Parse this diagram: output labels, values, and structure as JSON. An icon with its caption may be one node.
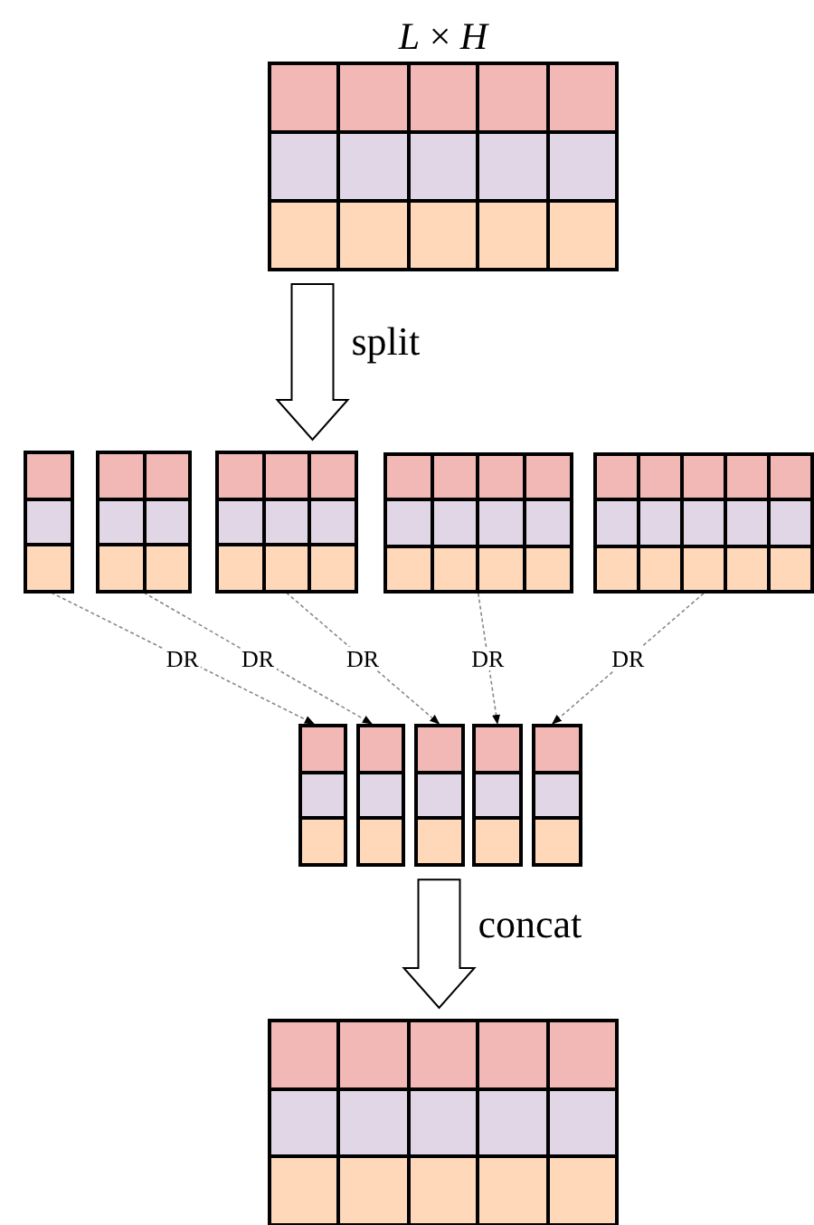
{
  "diagram": {
    "nodes": [
      {
        "text": [
          "*L* × *H*"
        ]
      },
      {
        "text": [],
        "shape": "box"
      },
      {
        "text": [],
        "shape": "box"
      },
      {
        "text": [],
        "shape": "box"
      },
      {
        "text": [],
        "shape": "box"
      },
      {
        "text": [],
        "shape": "box"
      },
      {
        "text": [],
        "shape": "box"
      },
      {
        "text": [],
        "shape": "box"
      },
      {
        "text": [],
        "shape": "box"
      },
      {
        "text": [],
        "shape": "box"
      },
      {
        "text": [],
        "shape": "box"
      },
      {
        "text": [],
        "shape": "box"
      }
    ],
    "edges": [
      {
        "from": 0,
        "to": 3,
        "arrow": "to",
        "label": "split",
        "style": "thick"
      },
      {
        "from": 1,
        "to": 6,
        "arrow": "to",
        "label": "DR",
        "style": "dashed"
      },
      {
        "from": 2,
        "to": 7,
        "arrow": "to",
        "label": "DR",
        "style": "dashed"
      },
      {
        "from": 3,
        "to": 8,
        "arrow": "to",
        "label": "DR",
        "style": "dashed"
      },
      {
        "from": 4,
        "to": 9,
        "arrow": "to",
        "label": "DR",
        "style": "dashed"
      },
      {
        "from": 5,
        "to": 10,
        "arrow": "to",
        "label": "DR",
        "style": "dashed"
      },
      {
        "from": 8,
        "to": 11,
        "arrow": "to",
        "label": "concat",
        "style": "thick"
      }
    ]
  }
}
